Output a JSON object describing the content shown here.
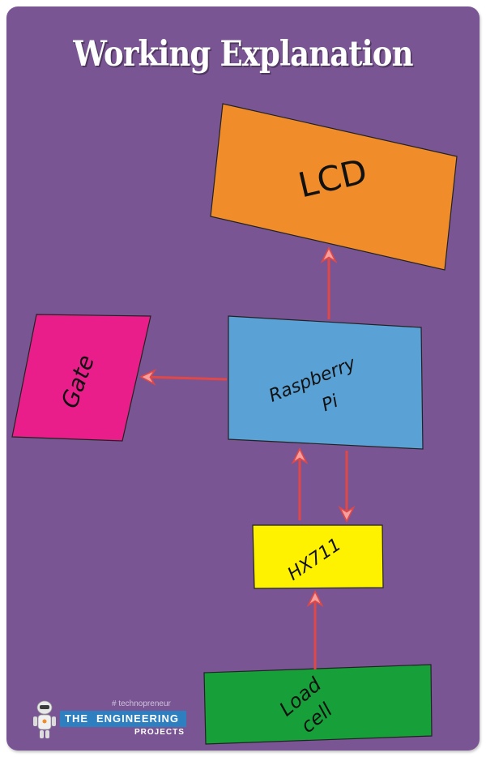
{
  "title": "Working Explanation",
  "colors": {
    "background": "#7a5593",
    "lcd": "#f08c2a",
    "raspberry_pi": "#5aa2d6",
    "gate": "#e91e8a",
    "hx711": "#fff200",
    "load_cell": "#17a03a",
    "arrow": "#e04848"
  },
  "nodes": {
    "lcd": {
      "label": "LCD"
    },
    "raspberry_pi": {
      "line1": "Raspberry",
      "line2": "Pi"
    },
    "gate": {
      "label": "Gate"
    },
    "hx711": {
      "label": "HX711"
    },
    "load_cell": {
      "line1": "Load",
      "line2": "cell"
    }
  },
  "edges": [
    {
      "from": "load_cell",
      "to": "hx711"
    },
    {
      "from": "hx711",
      "to": "raspberry_pi"
    },
    {
      "from": "raspberry_pi",
      "to": "hx711"
    },
    {
      "from": "raspberry_pi",
      "to": "lcd"
    },
    {
      "from": "raspberry_pi",
      "to": "gate"
    }
  ],
  "logo": {
    "tagline": "# technopreneur",
    "brand_the": "THE",
    "brand_main": "ENGINEERING",
    "sub": "PROJECTS",
    "icon": "robot-icon"
  }
}
